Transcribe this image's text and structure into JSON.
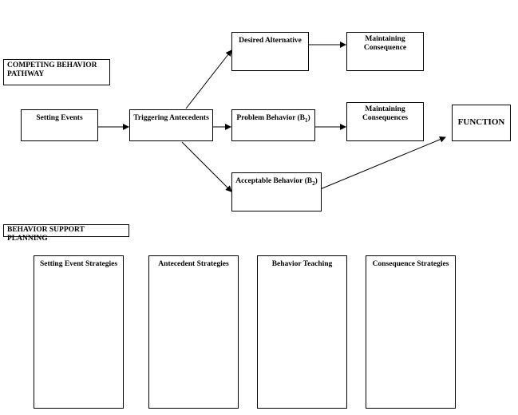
{
  "pathway_label": "COMPETING BEHAVIOR PATHWAY",
  "planning_label": "BEHAVIOR  SUPPORT PLANNING",
  "boxes": {
    "setting_events": "Setting Events",
    "triggering_antecedents": "Triggering Antecedents",
    "desired_alternative": "Desired Alternative",
    "maintaining_consequence": "Maintaining Consequence",
    "problem_behavior": "Problem Behavior (B",
    "problem_behavior_sub": "1",
    "maintaining_consequences": "Maintaining Consequences",
    "acceptable_behavior": "Acceptable Behavior (B",
    "acceptable_behavior_sub": "2",
    "function": "FUNCTION"
  },
  "strategies": [
    "Setting Event Strategies",
    "Antecedent Strategies",
    "Behavior Teaching",
    "Consequence Strategies"
  ]
}
